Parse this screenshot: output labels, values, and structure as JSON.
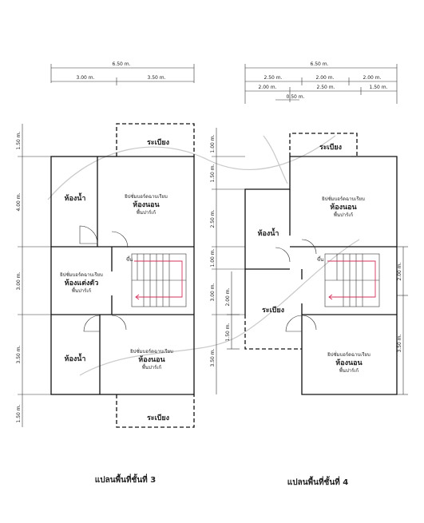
{
  "floor3": {
    "caption": "แปลนพื้นที่ชั้นที่ 3",
    "dims_top": {
      "total": "6.50 m.",
      "left": "3.00 m.",
      "right": "3.50 m."
    },
    "dims_left": [
      "1.50 m.",
      "4.00 m.",
      "3.00 m.",
      "3.50 m.",
      "1.50 m."
    ],
    "balcony_top": "ระเบียง",
    "balcony_bottom": "ระเบียง",
    "bathroom_top": "ห้องน้ำ",
    "bathroom_bottom": "ห้องน้ำ",
    "bedroom_top": {
      "note": "ยิปซั่มบอร์ดฉาบเรียบ",
      "name": "ห้องนอน",
      "floor": "พื้นปาร์เก้"
    },
    "dressing": {
      "note": "ยิปซั่มบอร์ดฉาบเรียบ",
      "name": "ห้องแต่งตัว",
      "floor": "พื้นปาร์เก้"
    },
    "bedroom_bottom": {
      "note": "ยิปซั่มบอร์ดฉาบเรียบ",
      "name": "ห้องนอน",
      "floor": "พื้นปาร์เก้"
    },
    "stair_label": "ขึ้น"
  },
  "floor4": {
    "caption": "แปลนพื้นที่ชั้นที่ 4",
    "dims_top_total": "6.50 m.",
    "dims_top_row1": [
      "2.50 m.",
      "2.00 m.",
      "2.00 m."
    ],
    "dims_top_row2": [
      "2.00 m.",
      "2.50 m.",
      "1.50 m."
    ],
    "dims_top_row3": "0.50 m.",
    "dims_left": [
      "1.00 m.",
      "1.50 m.",
      "2.50 m.",
      "1.00 m.",
      "3.00 m.",
      "2.00 m.",
      "1.50 m.",
      "3.50 m."
    ],
    "dims_right": [
      "2.00 m.",
      "3.50 m."
    ],
    "balcony_top": "ระเบียง",
    "balcony_mid": "ระเบียง",
    "bathroom": "ห้องน้ำ",
    "bedroom_top": {
      "note": "ยิปซั่มบอร์ดฉาบเรียบ",
      "name": "ห้องนอน",
      "floor": "พื้นปาร์เก้"
    },
    "bedroom_bottom": {
      "note": "ยิปซั่มบอร์ดฉาบเรียบ",
      "name": "ห้องนอน",
      "floor": "พื้นปาร์เก้"
    },
    "stair_label": "ขึ้น"
  },
  "colors": {
    "wall": "#111111",
    "stair_arrow": "#d4335b",
    "watermark": "#c8c8c8"
  }
}
